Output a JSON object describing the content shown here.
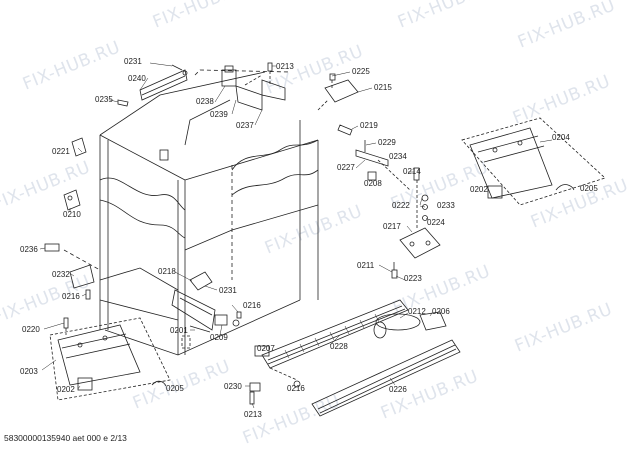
{
  "watermark": "FIX-HUB.RU",
  "footer": "58300000135940 aet 000 e 2/13",
  "part_labels": [
    "0231",
    "0240",
    "0235",
    "0238",
    "0239",
    "0237",
    "0213",
    "0225",
    "0215",
    "0219",
    "0229",
    "0234",
    "0227",
    "0208",
    "0214",
    "0221",
    "0210",
    "0236",
    "0232",
    "0216",
    "0220",
    "0203",
    "0202",
    "0205",
    "0218",
    "0231",
    "0216",
    "0201",
    "0209",
    "0207",
    "0228",
    "0230",
    "0216",
    "0213",
    "0222",
    "0233",
    "0224",
    "0217",
    "0211",
    "0223",
    "0212",
    "0206",
    "0226",
    "0204",
    "0202",
    "0205"
  ]
}
